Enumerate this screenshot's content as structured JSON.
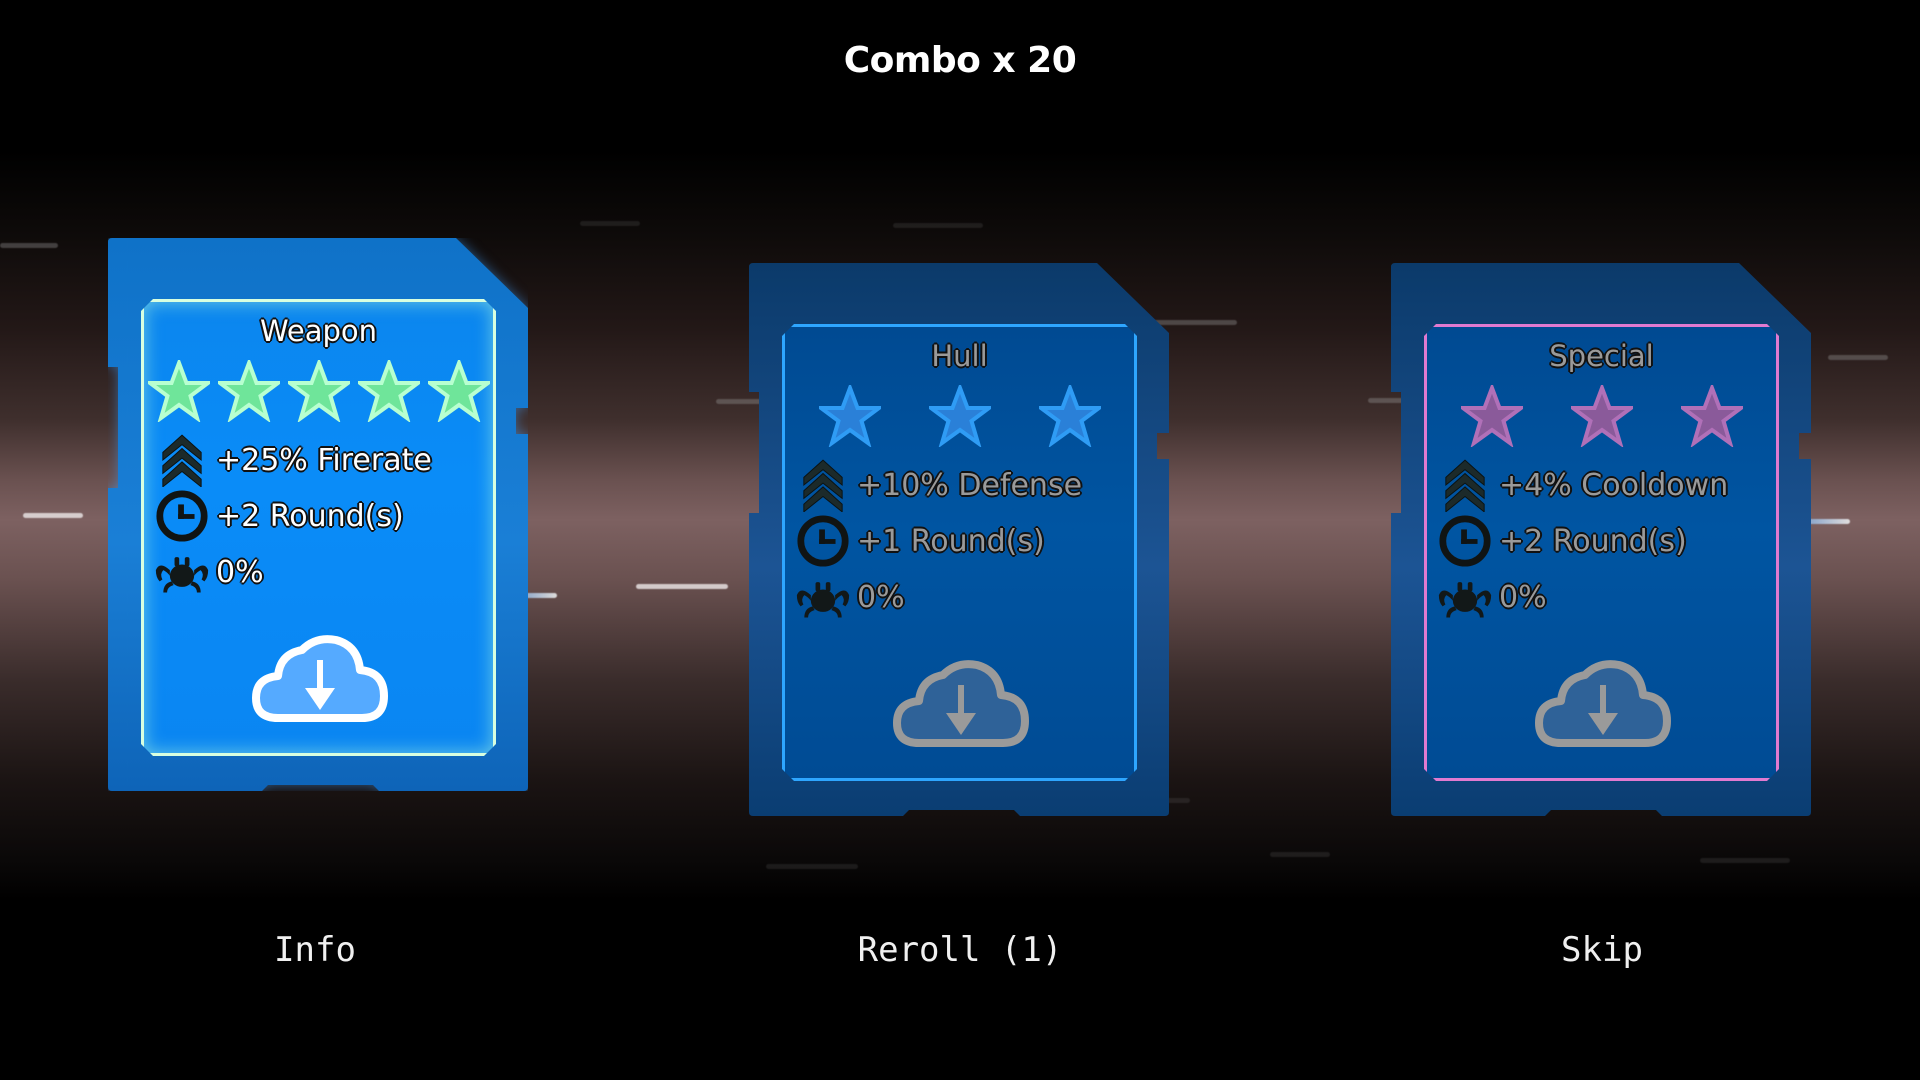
{
  "header": {
    "title": "Combo x 20"
  },
  "cards": [
    {
      "name": "Weapon",
      "state": "selected",
      "rarity_stars": 5,
      "star_color": "#7ff5a8",
      "border_color": "#d8ffe0",
      "stats": [
        {
          "icon": "chevron-up-rank-icon",
          "text": "+25% Firerate"
        },
        {
          "icon": "clock-icon",
          "text": "+2 Round(s)"
        },
        {
          "icon": "bug-icon",
          "text": "0%"
        }
      ],
      "action_icon": "cloud-download-icon"
    },
    {
      "name": "Hull",
      "state": "normal",
      "rarity_stars": 3,
      "star_color": "#2f9cf5",
      "border_color": "#2ea6ff",
      "stats": [
        {
          "icon": "chevron-up-rank-icon",
          "text": "+10% Defense"
        },
        {
          "icon": "clock-icon",
          "text": "+1 Round(s)"
        },
        {
          "icon": "bug-icon",
          "text": "0%"
        }
      ],
      "action_icon": "cloud-download-icon"
    },
    {
      "name": "Special",
      "state": "normal",
      "rarity_stars": 3,
      "star_color": "#b070b8",
      "border_color": "#e07ad0",
      "stats": [
        {
          "icon": "chevron-up-rank-icon",
          "text": "+4% Cooldown"
        },
        {
          "icon": "clock-icon",
          "text": "+2 Round(s)"
        },
        {
          "icon": "bug-icon",
          "text": "0%"
        }
      ],
      "action_icon": "cloud-download-icon"
    }
  ],
  "actions": {
    "info": "Info",
    "reroll": "Reroll (1)",
    "skip": "Skip"
  }
}
